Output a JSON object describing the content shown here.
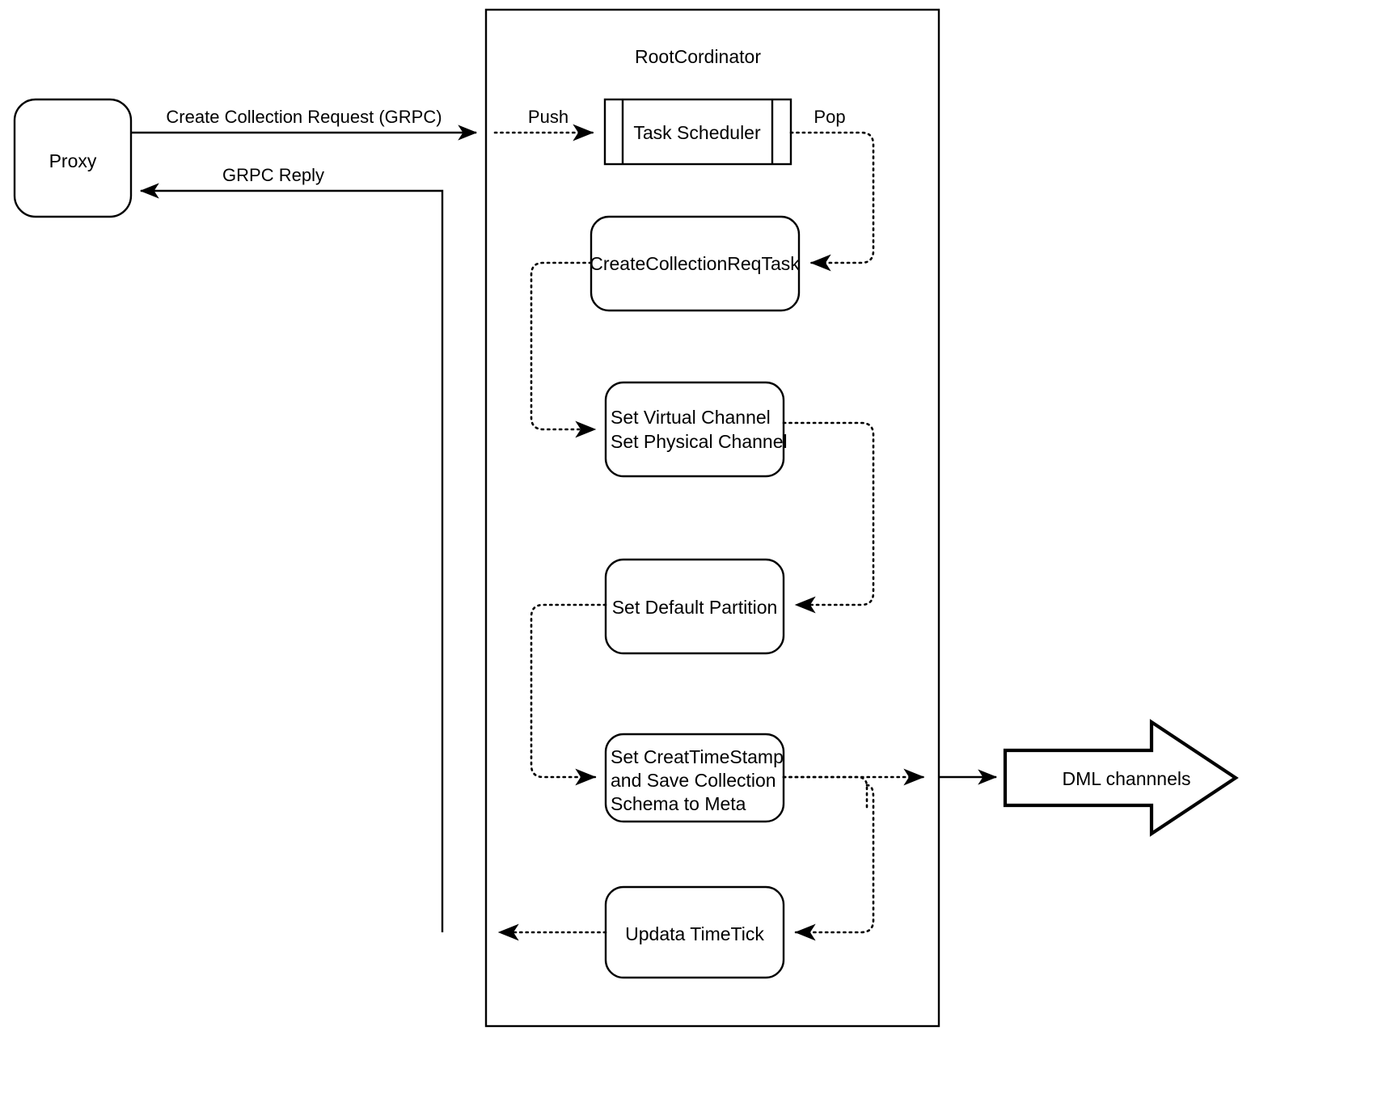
{
  "diagram": {
    "type": "flowchart",
    "title_group": "RootCordinator",
    "nodes": [
      {
        "id": "proxy",
        "label": "Proxy",
        "shape": "rounded-rect"
      },
      {
        "id": "task-scheduler",
        "label": "Task Scheduler",
        "shape": "queue-rect"
      },
      {
        "id": "create-collection-req-task",
        "label": "CreateCollectionReqTask",
        "shape": "rounded-rect"
      },
      {
        "id": "set-channels",
        "label": "Set Virtual Channel\nSet Physical Channel",
        "lines": [
          "Set Virtual Channel",
          "Set Physical Channel"
        ],
        "shape": "rounded-rect"
      },
      {
        "id": "set-default-partition",
        "label": "Set Default Partition",
        "shape": "rounded-rect"
      },
      {
        "id": "set-create-timestamp",
        "label": "Set CreatTimeStamp and Save Collection Schema to Meta",
        "lines": [
          "Set CreatTimeStamp",
          "and Save Collection",
          "Schema to Meta"
        ],
        "shape": "rounded-rect"
      },
      {
        "id": "update-timetick",
        "label": "Updata TimeTick",
        "shape": "rounded-rect"
      },
      {
        "id": "dml-channels",
        "label": "DML channnels",
        "shape": "arrow-right"
      }
    ],
    "edge_labels": {
      "create_collection_request": "Create Collection Request (GRPC)",
      "grpc_reply": "GRPC Reply",
      "push": "Push",
      "pop": "Pop"
    },
    "colors": {
      "stroke": "#000000",
      "fill": "#ffffff",
      "text": "#000000"
    }
  }
}
